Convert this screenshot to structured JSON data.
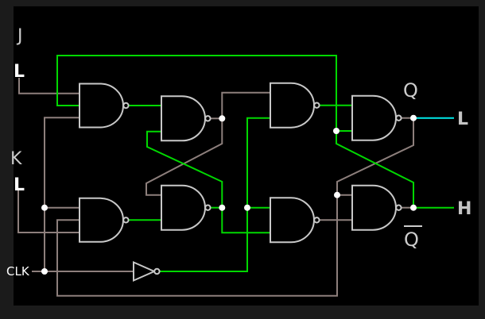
{
  "inputs": {
    "j": {
      "name": "J",
      "value": "L"
    },
    "k": {
      "name": "K",
      "value": "L"
    },
    "clk": {
      "name": "CLK"
    }
  },
  "outputs": {
    "q": {
      "name": "Q",
      "value": "L"
    },
    "qbar": {
      "name": "Q",
      "overbar": true,
      "value": "H"
    }
  },
  "colors": {
    "background": "#000000",
    "frame": "#1b1b1b",
    "signal_high": "#00d800",
    "signal_low": "#8d7f7c",
    "gate_outline": "#c8c8c8",
    "q_output_wire": "#00e8e8",
    "junction_dot": "#ffffff",
    "input_label": "#ffffff",
    "name_label": "#cccccc"
  },
  "gates": [
    {
      "name": "nand-j-input",
      "type": "NAND",
      "inputs": 3
    },
    {
      "name": "nand-k-input",
      "type": "NAND",
      "inputs": 3
    },
    {
      "name": "nand-master-top",
      "type": "NAND",
      "inputs": 2
    },
    {
      "name": "nand-master-bottom",
      "type": "NAND",
      "inputs": 2
    },
    {
      "name": "nand-slave-in-top",
      "type": "NAND",
      "inputs": 2
    },
    {
      "name": "nand-slave-in-bottom",
      "type": "NAND",
      "inputs": 2
    },
    {
      "name": "nand-output-q",
      "type": "NAND",
      "inputs": 2
    },
    {
      "name": "nand-output-qbar",
      "type": "NAND",
      "inputs": 2
    },
    {
      "name": "clock-inverter",
      "type": "NOT",
      "inputs": 1
    }
  ]
}
